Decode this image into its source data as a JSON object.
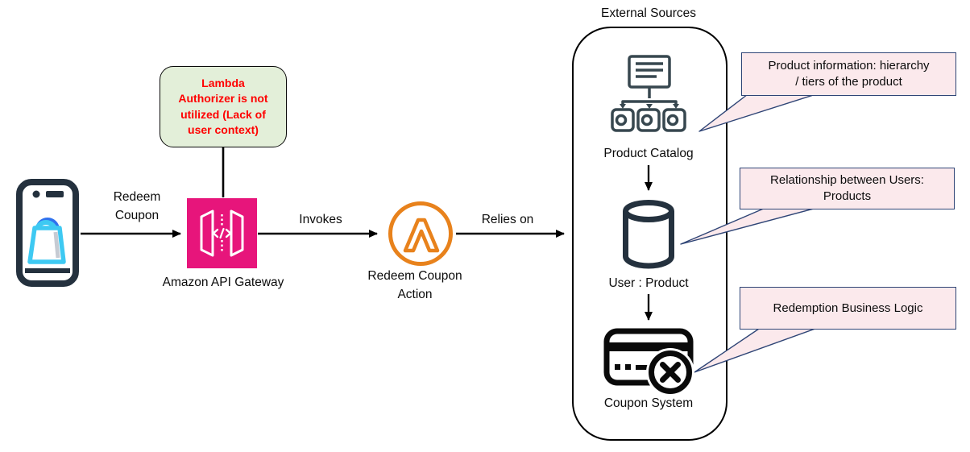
{
  "diagram": {
    "title": "External Sources",
    "nodes": {
      "mobile_app": {
        "icon": "mobile-shopping-app-icon",
        "label": ""
      },
      "api_gateway": {
        "icon": "api-gateway-icon",
        "label": "Amazon API Gateway"
      },
      "lambda_action": {
        "icon": "lambda-icon",
        "label": "Redeem Coupon\nAction"
      },
      "product_catalog": {
        "icon": "product-catalog-icon",
        "label": "Product Catalog"
      },
      "user_product": {
        "icon": "database-icon",
        "label": "User : Product"
      },
      "coupon_system": {
        "icon": "coupon-card-icon",
        "label": "Coupon System"
      }
    },
    "edges": {
      "phone_to_gateway": "Redeem\nCoupon",
      "gateway_to_lambda": "Invokes",
      "lambda_to_external": "Relies on"
    },
    "note": {
      "text": "Lambda\nAuthorizer is not\nutilized (Lack of\nuser context)"
    },
    "callouts": [
      {
        "text": "Product information: hierarchy\n/ tiers of the product"
      },
      {
        "text": "Relationship between Users:\nProducts"
      },
      {
        "text": "Redemption Business Logic"
      }
    ],
    "colors": {
      "api_gateway_pink": "#E7157B",
      "lambda_orange": "#E8821C",
      "phone_navy": "#24313E",
      "catalog_slate": "#37474F",
      "note_green_fill": "#E3EFD9",
      "note_text_red": "#FF0000",
      "callout_pink_fill": "#FBE9EC",
      "callout_border_blue": "#2F4576",
      "bag_cyan": "#3EC9F2",
      "bag_blue": "#2F72EE",
      "arrow_black": "#000000"
    }
  }
}
